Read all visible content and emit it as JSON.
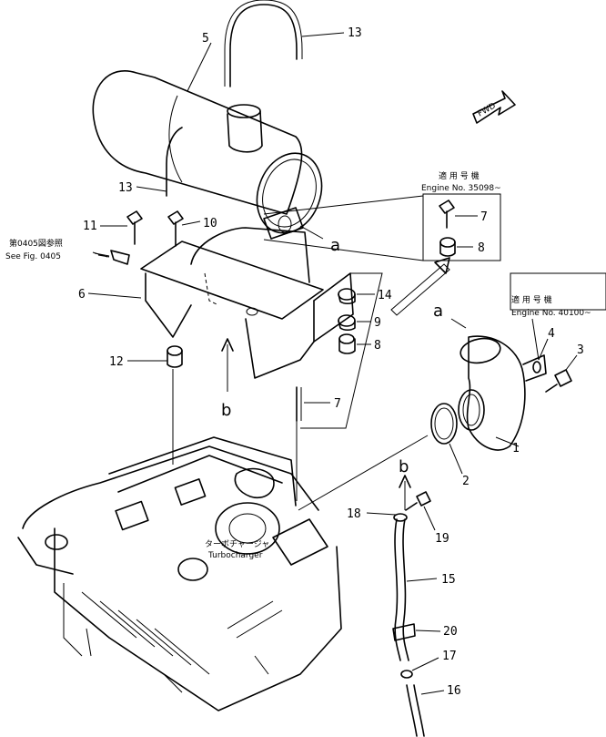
{
  "callouts": {
    "p1": "1",
    "p2": "2",
    "p3": "3",
    "p4": "4",
    "p5": "5",
    "p6": "6",
    "p7a": "7",
    "p7b": "7",
    "p8a": "8",
    "p8b": "8",
    "p9": "9",
    "p10": "10",
    "p11": "11",
    "p12": "12",
    "p13a": "13",
    "p13b": "13",
    "p14": "14",
    "p15": "15",
    "p16": "16",
    "p17": "17",
    "p18": "18",
    "p19": "19",
    "p20": "20"
  },
  "view_letters": {
    "a_top": "a",
    "a_right": "a",
    "b_left": "b",
    "b_right": "b"
  },
  "notes": {
    "see_fig_jp": "第0405図参照",
    "see_fig_en": "See Fig. 0405",
    "applicable_jp_1": "適 用 号 機",
    "engine_no_1": "Engine No. 35098~",
    "applicable_jp_2": "適 用 号 機",
    "engine_no_2": "Engine No. 40100~",
    "turbo_jp": "ターボチャージャ",
    "turbo_en": "Turbocharger",
    "fwd": "FWD"
  }
}
